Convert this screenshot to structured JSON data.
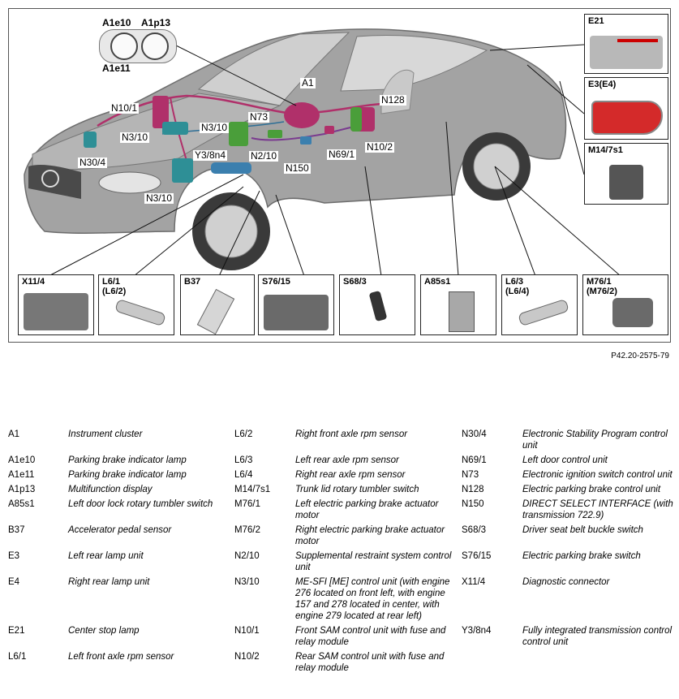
{
  "diagram": {
    "figure_id": "P42.20-2575-79",
    "insets": {
      "E21": "E21",
      "E3E4": "E3(E4)",
      "M14": "M14/7s1",
      "X11": "X11/4",
      "L61": "L6/1\n(L6/2)",
      "B37": "B37",
      "S7615": "S76/15",
      "S683": "S68/3",
      "A85s1": "A85s1",
      "L63": "L6/3\n(L6/4)",
      "M761": "M76/1\n(M76/2)"
    },
    "callouts": {
      "A1e10": "A1e10",
      "A1p13": "A1p13",
      "A1e11": "A1e11",
      "A1": "A1",
      "N128": "N128",
      "N10_1": "N10/1",
      "N73": "N73",
      "N3_10a": "N3/10",
      "N3_10b": "N3/10",
      "N3_10c": "N3/10",
      "N10_2": "N10/2",
      "N69_1": "N69/1",
      "Y3_8n4": "Y3/8n4",
      "N2_10": "N2/10",
      "N30_4": "N30/4",
      "N150": "N150"
    },
    "colors": {
      "car_body": "#9a9a9a",
      "magenta_units": "#b0306a",
      "teal_units": "#2e8f96",
      "green_units": "#4a9e3a"
    }
  },
  "legend": {
    "rows": [
      [
        {
          "code": "A1",
          "desc": "Instrument cluster"
        },
        {
          "code": "L6/2",
          "desc": "Right front axle rpm sensor"
        },
        {
          "code": "N30/4",
          "desc": "Electronic Stability Program control unit"
        }
      ],
      [
        {
          "code": "A1e10",
          "desc": "Parking brake indicator lamp"
        },
        {
          "code": "L6/3",
          "desc": "Left rear axle rpm sensor"
        },
        {
          "code": "N69/1",
          "desc": "Left door control unit"
        }
      ],
      [
        {
          "code": "A1e11",
          "desc": "Parking brake indicator lamp"
        },
        {
          "code": "L6/4",
          "desc": "Right rear axle rpm sensor"
        },
        {
          "code": "N73",
          "desc": "Electronic ignition switch control unit"
        }
      ],
      [
        {
          "code": "A1p13",
          "desc": "Multifunction display"
        },
        {
          "code": "M14/7s1",
          "desc": "Trunk lid rotary tumbler switch"
        },
        {
          "code": "N128",
          "desc": "Electric parking brake control unit"
        }
      ],
      [
        {
          "code": "A85s1",
          "desc": "Left door lock rotary tumbler switch"
        },
        {
          "code": "M76/1",
          "desc": "Left electric parking brake actuator motor"
        },
        {
          "code": "N150",
          "desc": "DIRECT SELECT INTERFACE (with transmission 722.9)"
        }
      ],
      [
        {
          "code": "B37",
          "desc": "Accelerator pedal sensor"
        },
        {
          "code": "M76/2",
          "desc": "Right electric parking brake actuator motor"
        },
        {
          "code": "S68/3",
          "desc": "Driver seat belt buckle switch"
        }
      ],
      [
        {
          "code": "E3",
          "desc": "Left rear lamp unit"
        },
        {
          "code": "N2/10",
          "desc": "Supplemental restraint system control unit"
        },
        {
          "code": "S76/15",
          "desc": "Electric parking brake switch"
        }
      ],
      [
        {
          "code": "E4",
          "desc": "Right rear lamp unit"
        },
        {
          "code": "N3/10",
          "desc": "ME-SFI [ME] control unit (with engine 276 located on front left, with engine 157 and 278 located in center, with engine 279 located at rear left)"
        },
        {
          "code": "X11/4",
          "desc": "Diagnostic connector"
        }
      ],
      [
        {
          "code": "E21",
          "desc": "Center stop lamp"
        },
        {
          "code": "N10/1",
          "desc": "Front SAM control unit with fuse and relay module"
        },
        {
          "code": "Y3/8n4",
          "desc": "Fully integrated transmission control control unit"
        }
      ],
      [
        {
          "code": "L6/1",
          "desc": "Left front axle rpm sensor"
        },
        {
          "code": "N10/2",
          "desc": "Rear SAM control unit with fuse and relay module"
        },
        {
          "code": "",
          "desc": ""
        }
      ]
    ]
  }
}
